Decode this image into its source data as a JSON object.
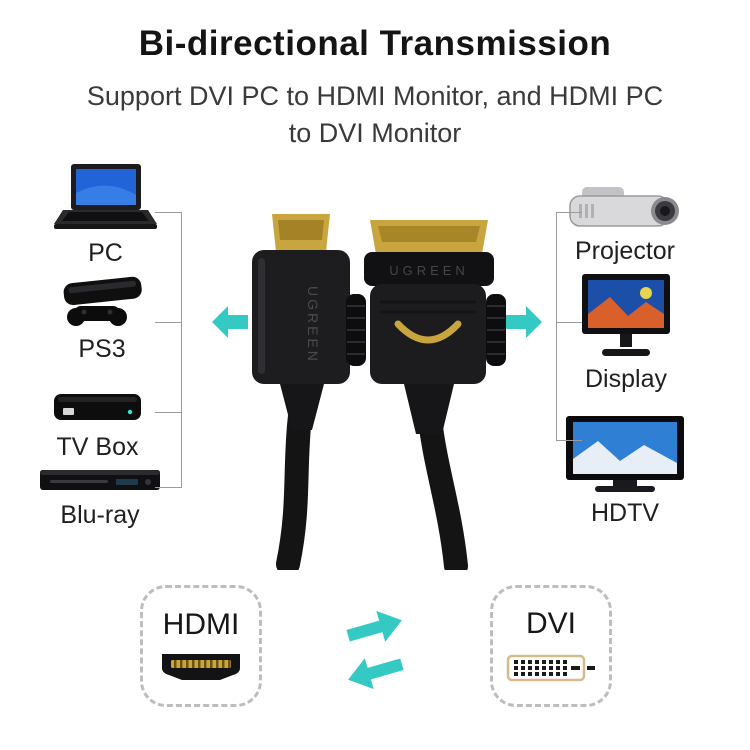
{
  "header": {
    "title": "Bi-directional Transmission",
    "subtitle_line1": "Support DVI PC to HDMI Monitor, and HDMI PC",
    "subtitle_line2": "to DVI Monitor"
  },
  "left_devices": [
    {
      "label": "PC"
    },
    {
      "label": "PS3"
    },
    {
      "label": "TV Box"
    },
    {
      "label": "Blu-ray"
    }
  ],
  "right_devices": [
    {
      "label": "Projector"
    },
    {
      "label": "Display"
    },
    {
      "label": "HDTV"
    }
  ],
  "cable": {
    "brand": "UGREEN"
  },
  "badges": {
    "hdmi": "HDMI",
    "dvi": "DVI"
  },
  "icons": {
    "laptop": "laptop-icon",
    "ps3_console": "game-console-icon",
    "tv_box": "tv-box-icon",
    "bluray_player": "bluray-player-icon",
    "projector": "projector-icon",
    "display": "monitor-icon",
    "hdtv": "hdtv-icon",
    "arrow_left": "arrow-left-icon",
    "arrow_right": "arrow-right-icon",
    "swap": "swap-arrows-icon",
    "hdmi_connector": "hdmi-connector-icon",
    "dvi_connector": "dvi-connector-icon"
  },
  "colors": {
    "accent": "#35C9C3",
    "gold": "#C9A53F"
  }
}
